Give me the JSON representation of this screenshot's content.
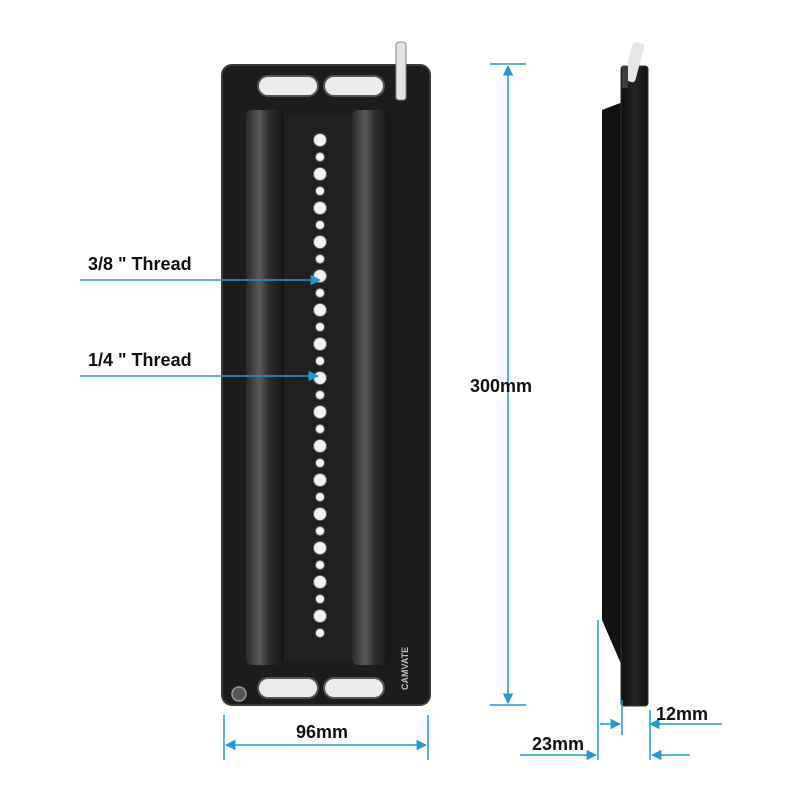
{
  "annotations": {
    "thread_3_8": "3/8 \"  Thread",
    "thread_1_4": "1/4 \"  Thread",
    "length": "300mm",
    "width": "96mm",
    "depth": "23mm",
    "edge_height": "12mm"
  },
  "brand": {
    "engraving": "CAMVATE"
  },
  "colors": {
    "plate": "#1b1b1b",
    "plate_edge": "#3a3a3a",
    "dimension_line": "#1e9bd6",
    "text": "#111111",
    "background": "#ffffff"
  }
}
